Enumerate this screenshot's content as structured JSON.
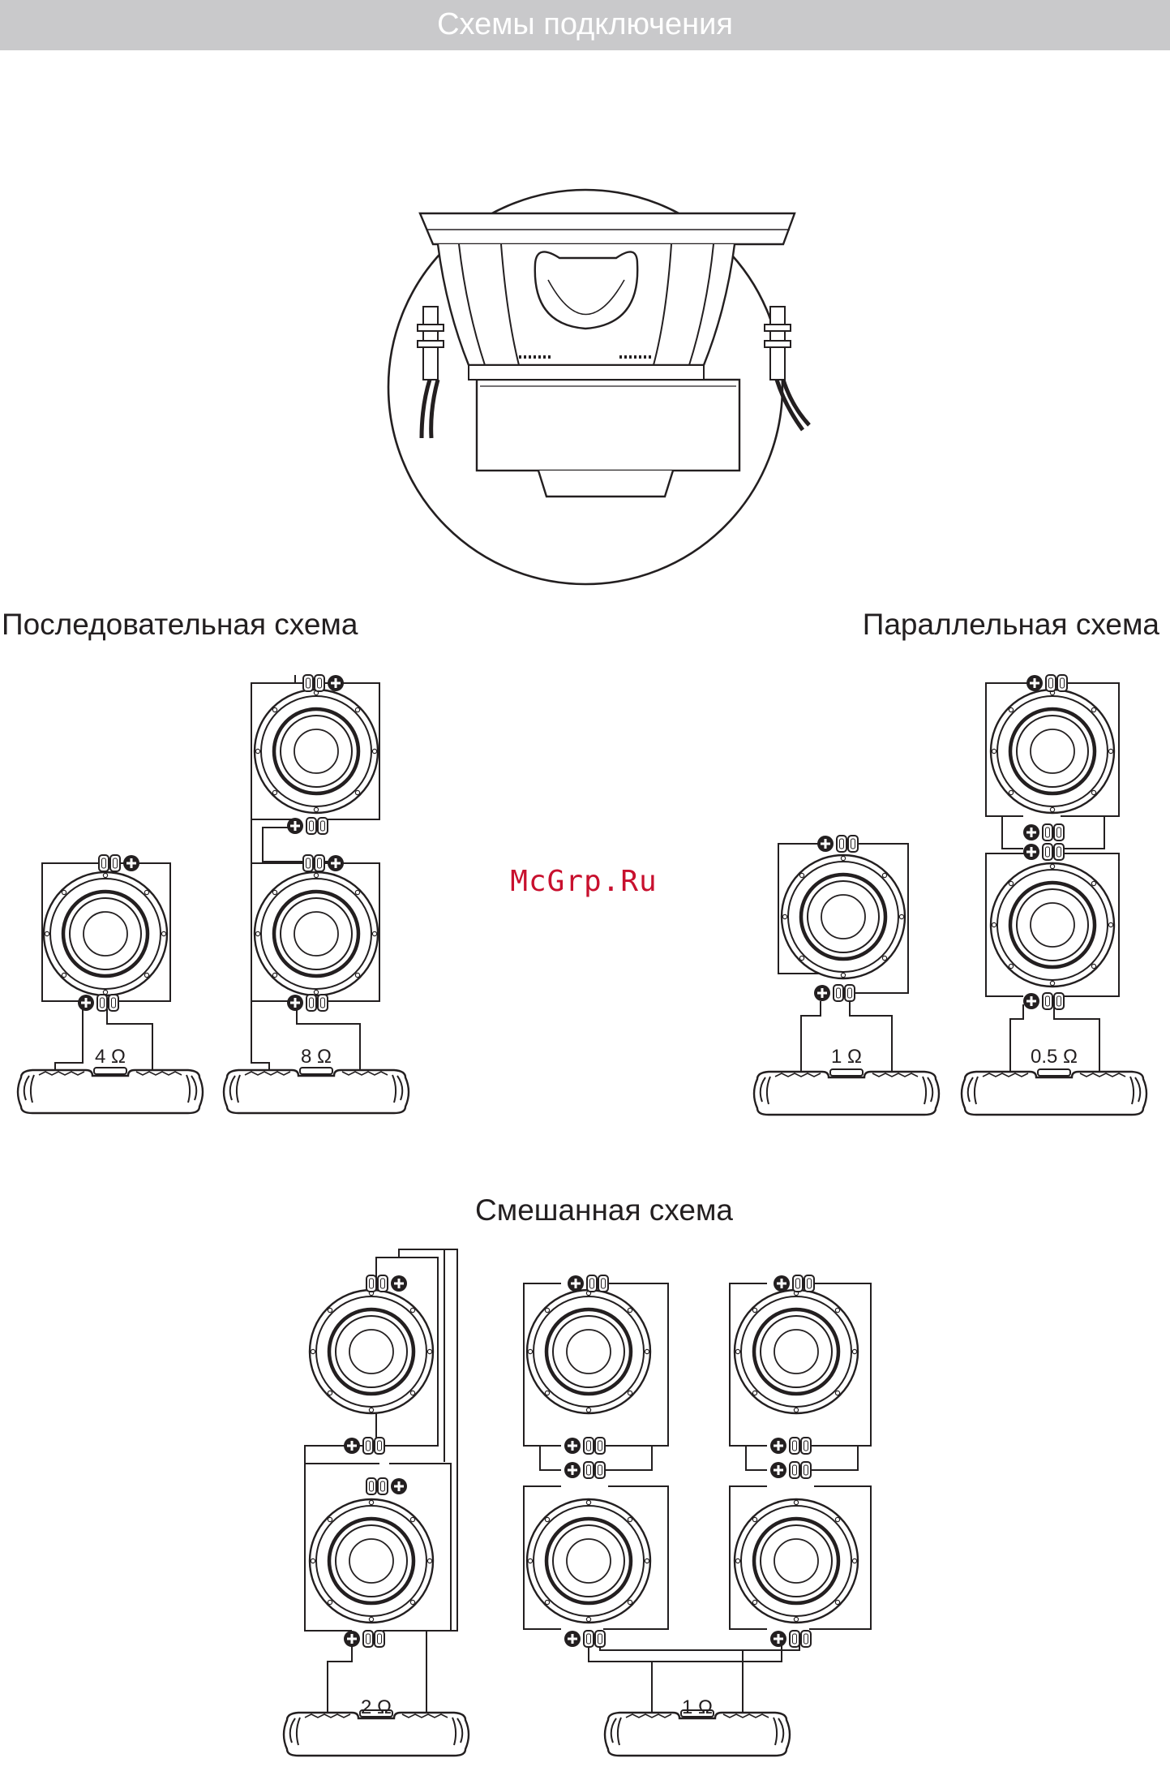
{
  "header": {
    "title": "Схемы подключения"
  },
  "sections": {
    "series": {
      "title": "Последовательная схема"
    },
    "parallel": {
      "title": "Параллельная схема"
    },
    "mixed": {
      "title": "Смешанная схема"
    }
  },
  "watermark": "McGrp.Ru",
  "impedance_labels": {
    "series_single": "4 Ω",
    "series_double": "8 Ω",
    "parallel_single": "1 Ω",
    "parallel_double": "0.5 Ω",
    "mixed_series": "2 Ω",
    "mixed_parallel": "1 Ω"
  },
  "icons": {
    "terminal_plus": "plus-terminal-icon",
    "terminal_pair": "speaker-terminal-icon",
    "speaker": "speaker-icon",
    "amplifier": "amplifier-icon",
    "subwoofer_detail": "subwoofer-closeup-icon"
  },
  "colors": {
    "banner": "#c9c9cb",
    "ink": "#231f20",
    "watermark": "#c8102e"
  }
}
